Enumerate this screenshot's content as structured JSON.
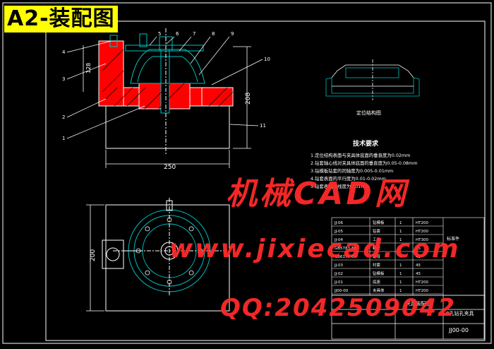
{
  "drawing": {
    "title": "A2-装配图",
    "balloons": [
      "1",
      "2",
      "3",
      "4",
      "5",
      "6",
      "7",
      "8",
      "9",
      "10",
      "11"
    ],
    "dims": {
      "width_top": "250",
      "height_top": "208",
      "height_bottom": "200",
      "small": "128"
    },
    "aux_view_label": "定位结构图",
    "tech_title": "技术要求",
    "tech_items": [
      "1.定位结构表面与夹具体底面的垂直度为0.02mm",
      "2.钻套轴心线对夹具体底面的垂直度为0.05-0.08mm",
      "3.钻模板钻套的同轴度为0.005-0.01mm",
      "4.钻套表面的平行度为0.01-0.02mm",
      "5.钻套表面直线度为0.01mm"
    ],
    "bom_rows": [
      [
        "JJ-06",
        "钻模板",
        "1",
        "HT200"
      ],
      [
        "JJ-05",
        "钻套",
        "1",
        "HT200"
      ],
      [
        "JJ-04",
        "工件",
        "1",
        "HT300"
      ],
      [
        "GB5783-86",
        "螺栓",
        "4",
        "45"
      ],
      [
        "GB6170-86",
        "螺母",
        "4",
        "45"
      ],
      [
        "JJ-03",
        "衬套",
        "1",
        "45"
      ],
      [
        "JJ-02",
        "钻模板",
        "1",
        "45"
      ],
      [
        "JJ-01",
        "底座",
        "1",
        "HT200"
      ],
      [
        "JJ00-00",
        "夹具体",
        "1",
        "HT200"
      ]
    ],
    "bom_note": "标准件",
    "drawing_name": "夹具装配图",
    "part_name": "8孔钻孔夹具",
    "drawing_no": "JJ00-00"
  },
  "watermarks": {
    "site_cn": "机械CAD网",
    "url": "www.jixiecad.com",
    "qq": "QQ:2042509042"
  },
  "colors": {
    "background": "#000000",
    "frame": "#ffffff",
    "section": "#00bfbf",
    "hatch": "#ff0000",
    "title_bg": "#ffff00",
    "watermark": "#ff2a2a",
    "dim": "#ffffff"
  }
}
